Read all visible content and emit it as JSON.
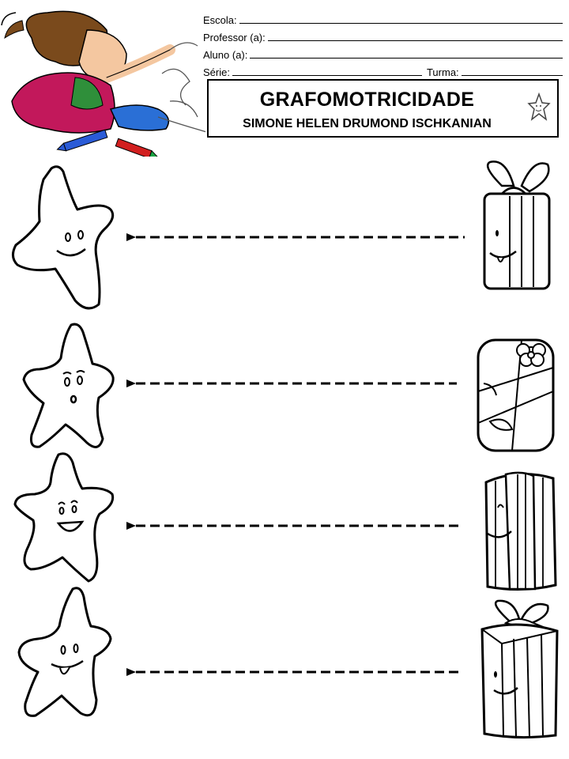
{
  "header": {
    "fields": [
      {
        "label": "Escola:"
      },
      {
        "label": "Professor (a):"
      },
      {
        "label": "Aluno (a):"
      },
      {
        "label": "Série:",
        "second_label": "Turma:"
      }
    ],
    "title": "GRAFOMOTRICIDADE",
    "subtitle": "SIMONE HELEN DRUMOND ISCHKANIAN"
  },
  "clipart": {
    "icon": "child-drawing-with-crayons",
    "crayon_colors": [
      "#2a5bd7",
      "#d21f1f",
      "#1aa343"
    ]
  },
  "rows": [
    {
      "left_icon": "star-face-icon",
      "right_icon": "gift-box-bow-icon"
    },
    {
      "left_icon": "star-face-icon",
      "right_icon": "gift-box-flower-icon"
    },
    {
      "left_icon": "star-face-icon",
      "right_icon": "gift-box-striped-icon"
    },
    {
      "left_icon": "star-face-icon",
      "right_icon": "gift-box-ribbon-icon"
    }
  ],
  "colors": {
    "ink": "#000000",
    "paper": "#ffffff",
    "shirt": "#c2185b",
    "hair": "#7a4a1c",
    "skin": "#f4c7a0"
  }
}
